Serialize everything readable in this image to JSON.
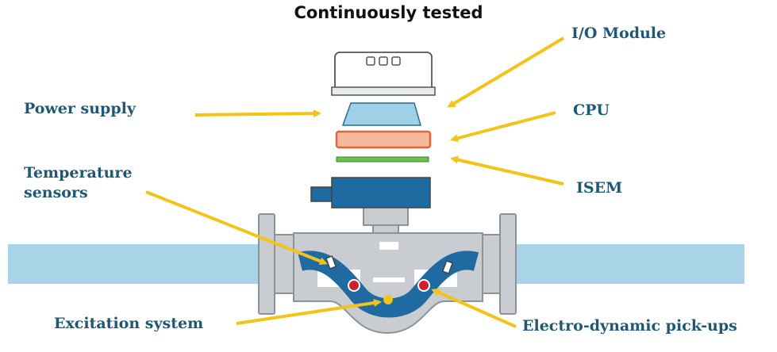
{
  "title": "Continuously tested",
  "labels": {
    "io_module": "I/O Module",
    "power_supply": "Power supply",
    "cpu": "CPU",
    "temperature_sensors": "Temperature sensors",
    "isem": "ISEM",
    "excitation_system": "Excitation system",
    "pickups": "Electro-dynamic pick-ups"
  },
  "colors": {
    "label_text": "#1f5873",
    "arrow": "#f2c318",
    "pipe": "#a9d3e7",
    "body_gray": "#c9cdd1",
    "tube_blue": "#1f6aa1",
    "cpu_orange": "#f7b99b",
    "cpu_border": "#e0653a",
    "isem_green": "#6cbf52",
    "power_blue": "#9ed0e8",
    "sensor_red": "#d01f2e",
    "exciter_yellow": "#f2c318"
  }
}
